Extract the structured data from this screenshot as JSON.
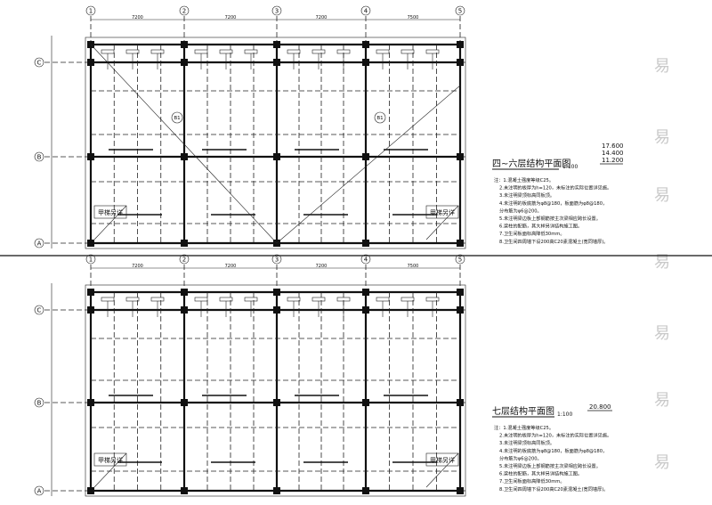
{
  "plans": [
    {
      "title": "四~六层结构平面图",
      "scale": "1:100",
      "elevations": [
        "17.600",
        "14.400",
        "11.200"
      ],
      "grid_x": [
        "1",
        "2",
        "3",
        "4",
        "5"
      ],
      "grid_y": [
        "A",
        "B",
        "C"
      ],
      "dims_x": [
        "7200",
        "7200",
        "7200",
        "7500"
      ],
      "stair_label": "甲梯另详",
      "slab_marks": [
        "B1",
        "B1"
      ],
      "notes": [
        "注：1.混凝土强度等级C25。",
        "2.未注明的板厚为h=120，未标注的实际位置详见施。",
        "3.未注明梁顶标高同板顶。",
        "4.未注明的板底筋为φ8@180，板面筋为φ8@180，",
        "分布筋为φ6@200。",
        "5.未注明梁边板上部钢筋按主次梁相应跨长设置。",
        "6.梁柱的配筋，其大样另详结构施工图。",
        "7.卫生间板面标高降低30mm。",
        "8.卫生间四周墙下设200高C20素混凝土(宽同墙厚)。"
      ]
    },
    {
      "title": "七层结构平面图",
      "scale": "1:100",
      "elevations": [
        "20.800"
      ],
      "grid_x": [
        "1",
        "2",
        "3",
        "4",
        "5"
      ],
      "grid_y": [
        "A",
        "B",
        "C"
      ],
      "dims_x": [
        "7200",
        "7200",
        "7200",
        "7500"
      ],
      "stair_label": "甲梯另详",
      "notes": [
        "注：1.混凝土强度等级C25。",
        "2.未注明的板厚为h=120，未标注的实际位置详见施。",
        "3.未注明梁顶标高同板顶。",
        "4.未注明的板底筋为φ8@180，板面筋为φ8@180，",
        "分布筋为φ6@200。",
        "5.未注明梁边板上部钢筋按主次梁相应跨长设置。",
        "6.梁柱的配筋，其大样另详结构施工图。",
        "7.卫生间板面标高降低30mm。",
        "8.卫生间四周墙下设200高C20素混凝土(宽同墙厚)。"
      ]
    }
  ],
  "watermark": "易"
}
